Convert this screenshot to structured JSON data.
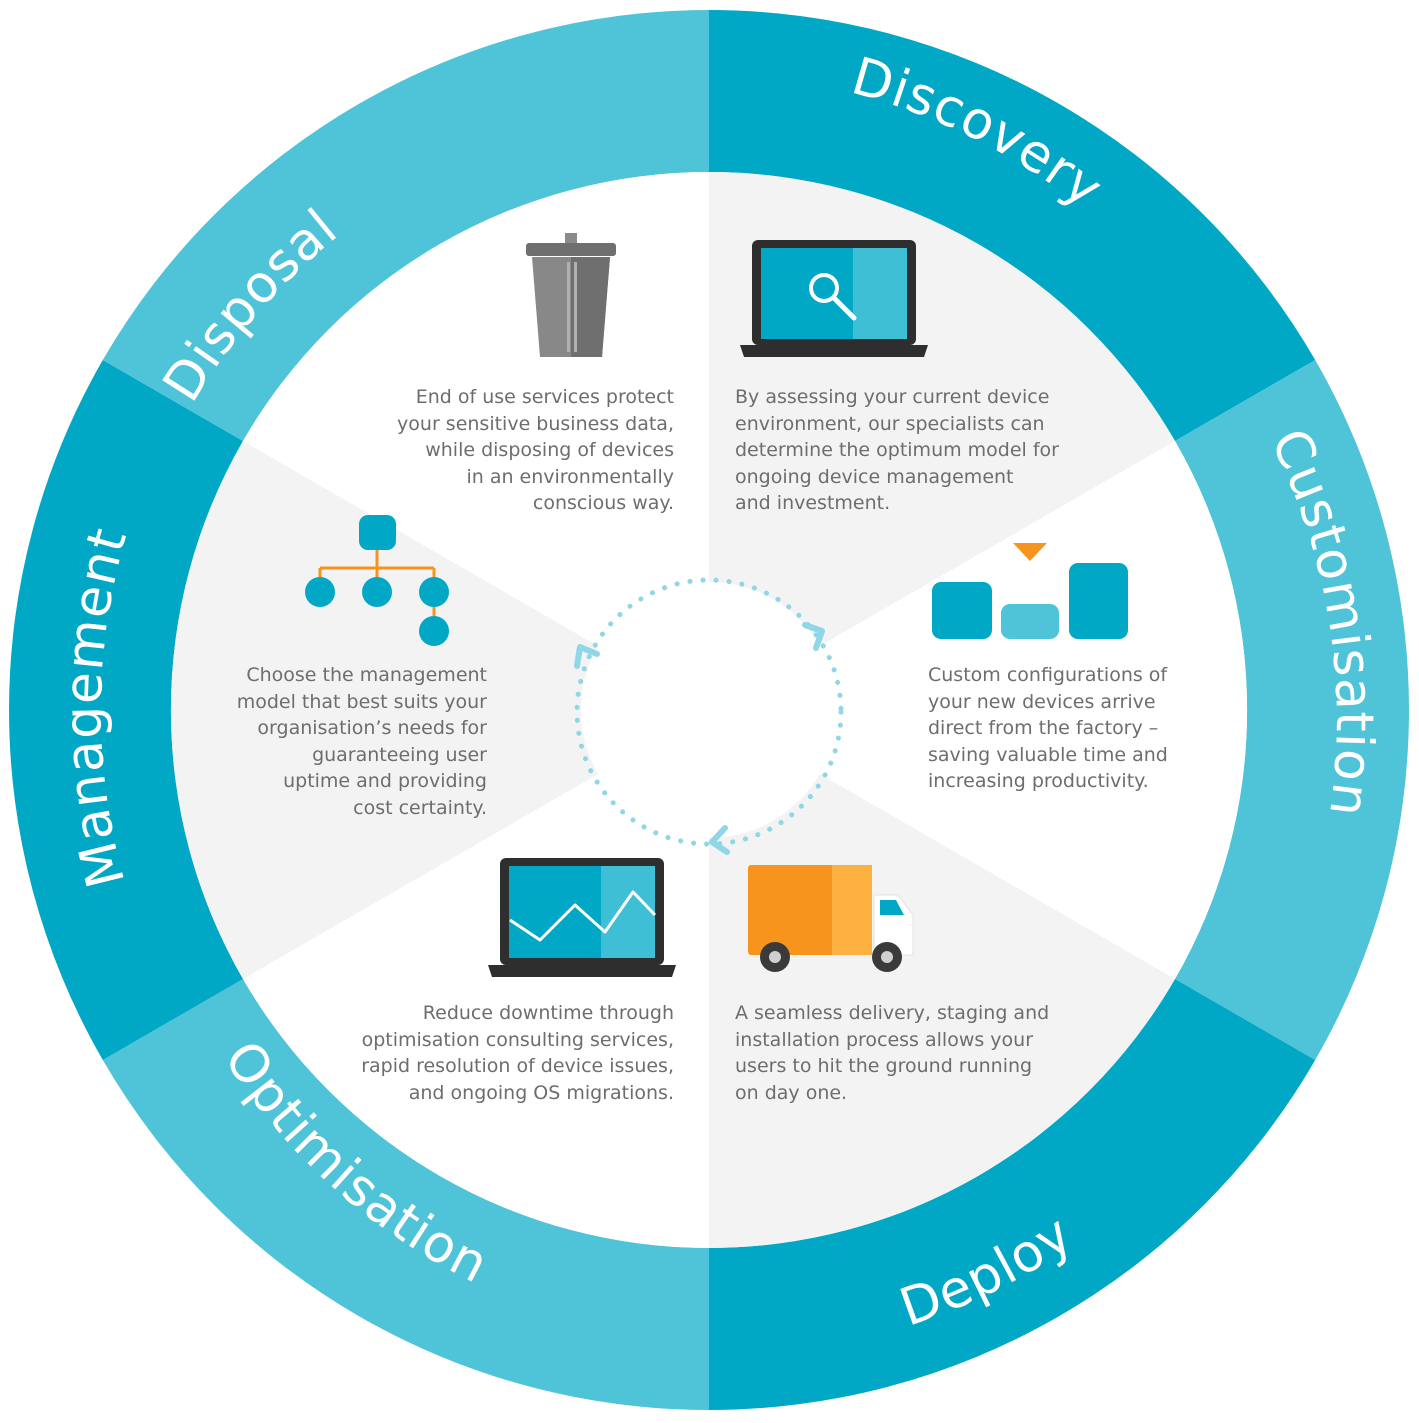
{
  "colors": {
    "dark_teal": "#00a8c6",
    "light_teal": "#4fc3d8",
    "wedge_grey": "#f3f3f3",
    "wedge_white": "#ffffff",
    "text_grey": "#6d6d6d",
    "orange": "#f7941d",
    "dotted_ring": "#8fd6e6"
  },
  "stages": {
    "discovery": {
      "label": "Discovery",
      "icon": "laptop-magnifier-icon",
      "description": "By assessing your current device\nenvironment, our specialists can\ndetermine the optimum model for\nongoing device management\nand investment."
    },
    "customisation": {
      "label": "Customisation",
      "icon": "configuration-blocks-icon",
      "description": "Custom configurations of\nyour new devices arrive\ndirect from the factory –\nsaving valuable time and\nincreasing productivity."
    },
    "deploy": {
      "label": "Deploy",
      "icon": "delivery-truck-icon",
      "description": "A seamless delivery, staging and\ninstallation process allows your\nusers to hit the ground running\non day one."
    },
    "optimisation": {
      "label": "Optimisation",
      "icon": "laptop-chart-icon",
      "description": "Reduce downtime through\noptimisation consulting services,\nrapid resolution of device issues,\nand ongoing OS migrations."
    },
    "management": {
      "label": "Management",
      "icon": "org-chart-icon",
      "description": "Choose the management\nmodel that best suits your\norganisation’s needs for\nguaranteeing user\nuptime and providing\ncost certainty."
    },
    "disposal": {
      "label": "Disposal",
      "icon": "trash-bin-icon",
      "description": "End of use services protect\nyour sensitive business data,\nwhile disposing of devices\nin an environmentally\nconscious way."
    }
  }
}
